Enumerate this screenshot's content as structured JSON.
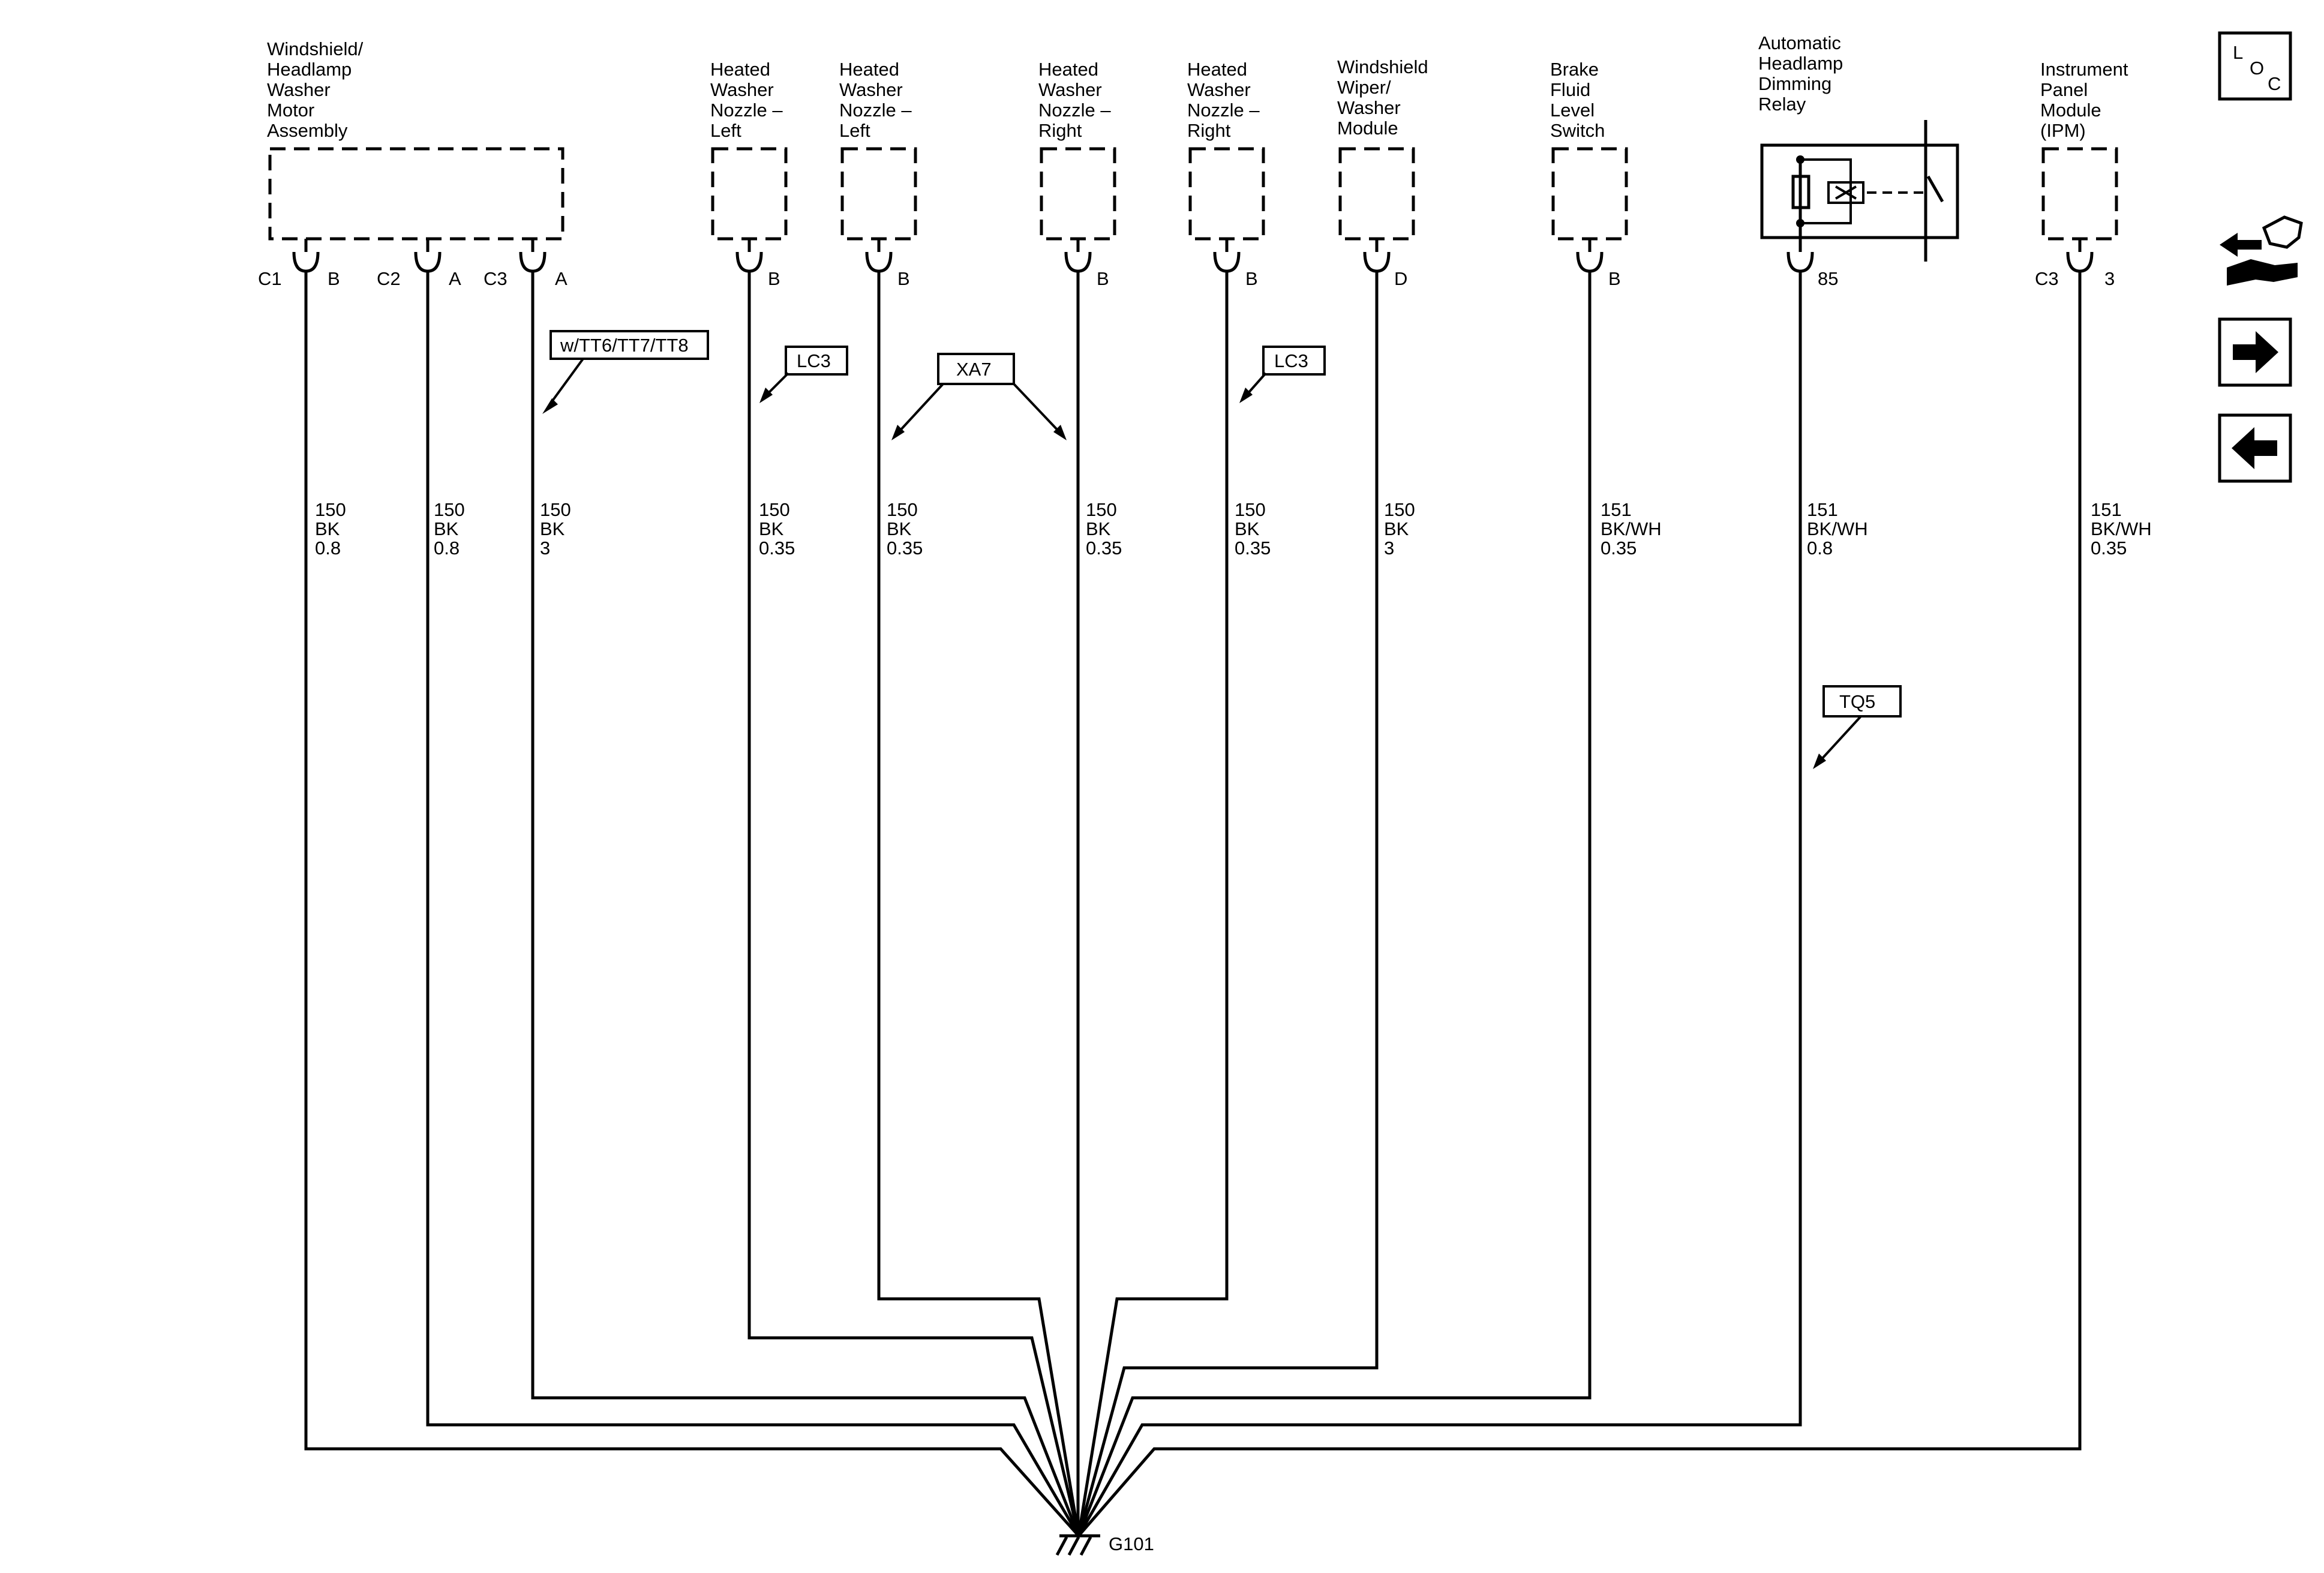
{
  "components": [
    {
      "id": "motor",
      "lines": [
        "Windshield/",
        "Headlamp",
        "Washer",
        "Motor",
        "Assembly"
      ]
    },
    {
      "id": "hwn-left-1",
      "lines": [
        "Heated",
        "Washer",
        "Nozzle –",
        "Left"
      ]
    },
    {
      "id": "hwn-left-2",
      "lines": [
        "Heated",
        "Washer",
        "Nozzle –",
        "Left"
      ]
    },
    {
      "id": "hwn-right-1",
      "lines": [
        "Heated",
        "Washer",
        "Nozzle –",
        "Right"
      ]
    },
    {
      "id": "hwn-right-2",
      "lines": [
        "Heated",
        "Washer",
        "Nozzle –",
        "Right"
      ]
    },
    {
      "id": "wiper-module",
      "lines": [
        "Windshield",
        "Wiper/",
        "Washer",
        "Module"
      ]
    },
    {
      "id": "brake-switch",
      "lines": [
        "Brake",
        "Fluid",
        "Level",
        "Switch"
      ]
    },
    {
      "id": "dimming-relay",
      "lines": [
        "Automatic",
        "Headlamp",
        "Dimming",
        "Relay"
      ]
    },
    {
      "id": "ipm",
      "lines": [
        "Instrument",
        "Panel",
        "Module",
        "(IPM)"
      ]
    }
  ],
  "pins": [
    {
      "connector": "C1",
      "pin": "B",
      "circuit": "150",
      "color": "BK",
      "size": "0.8"
    },
    {
      "connector": "C2",
      "pin": "A",
      "circuit": "150",
      "color": "BK",
      "size": "0.8"
    },
    {
      "connector": "C3",
      "pin": "A",
      "circuit": "150",
      "color": "BK",
      "size": "3"
    },
    {
      "connector": "",
      "pin": "B",
      "circuit": "150",
      "color": "BK",
      "size": "0.35"
    },
    {
      "connector": "",
      "pin": "B",
      "circuit": "150",
      "color": "BK",
      "size": "0.35"
    },
    {
      "connector": "",
      "pin": "B",
      "circuit": "150",
      "color": "BK",
      "size": "0.35"
    },
    {
      "connector": "",
      "pin": "B",
      "circuit": "150",
      "color": "BK",
      "size": "0.35"
    },
    {
      "connector": "",
      "pin": "D",
      "circuit": "150",
      "color": "BK",
      "size": "3"
    },
    {
      "connector": "",
      "pin": "B",
      "circuit": "151",
      "color": "BK/WH",
      "size": "0.35"
    },
    {
      "connector": "",
      "pin": "85",
      "circuit": "151",
      "color": "BK/WH",
      "size": "0.8"
    },
    {
      "connector": "C3",
      "pin": "3",
      "circuit": "151",
      "color": "BK/WH",
      "size": "0.35"
    }
  ],
  "option_tags": {
    "tt": "w/TT6/TT7/TT8",
    "lc3_left": "LC3",
    "xa7": "XA7",
    "lc3_right": "LC3",
    "tq5": "TQ5"
  },
  "ground": {
    "label": "G101"
  },
  "nav": {
    "loc_l": "L",
    "loc_o": "O",
    "loc_c": "C",
    "icons": [
      "loc-icon",
      "component-view-icon",
      "next-arrow-icon",
      "previous-arrow-icon"
    ]
  }
}
